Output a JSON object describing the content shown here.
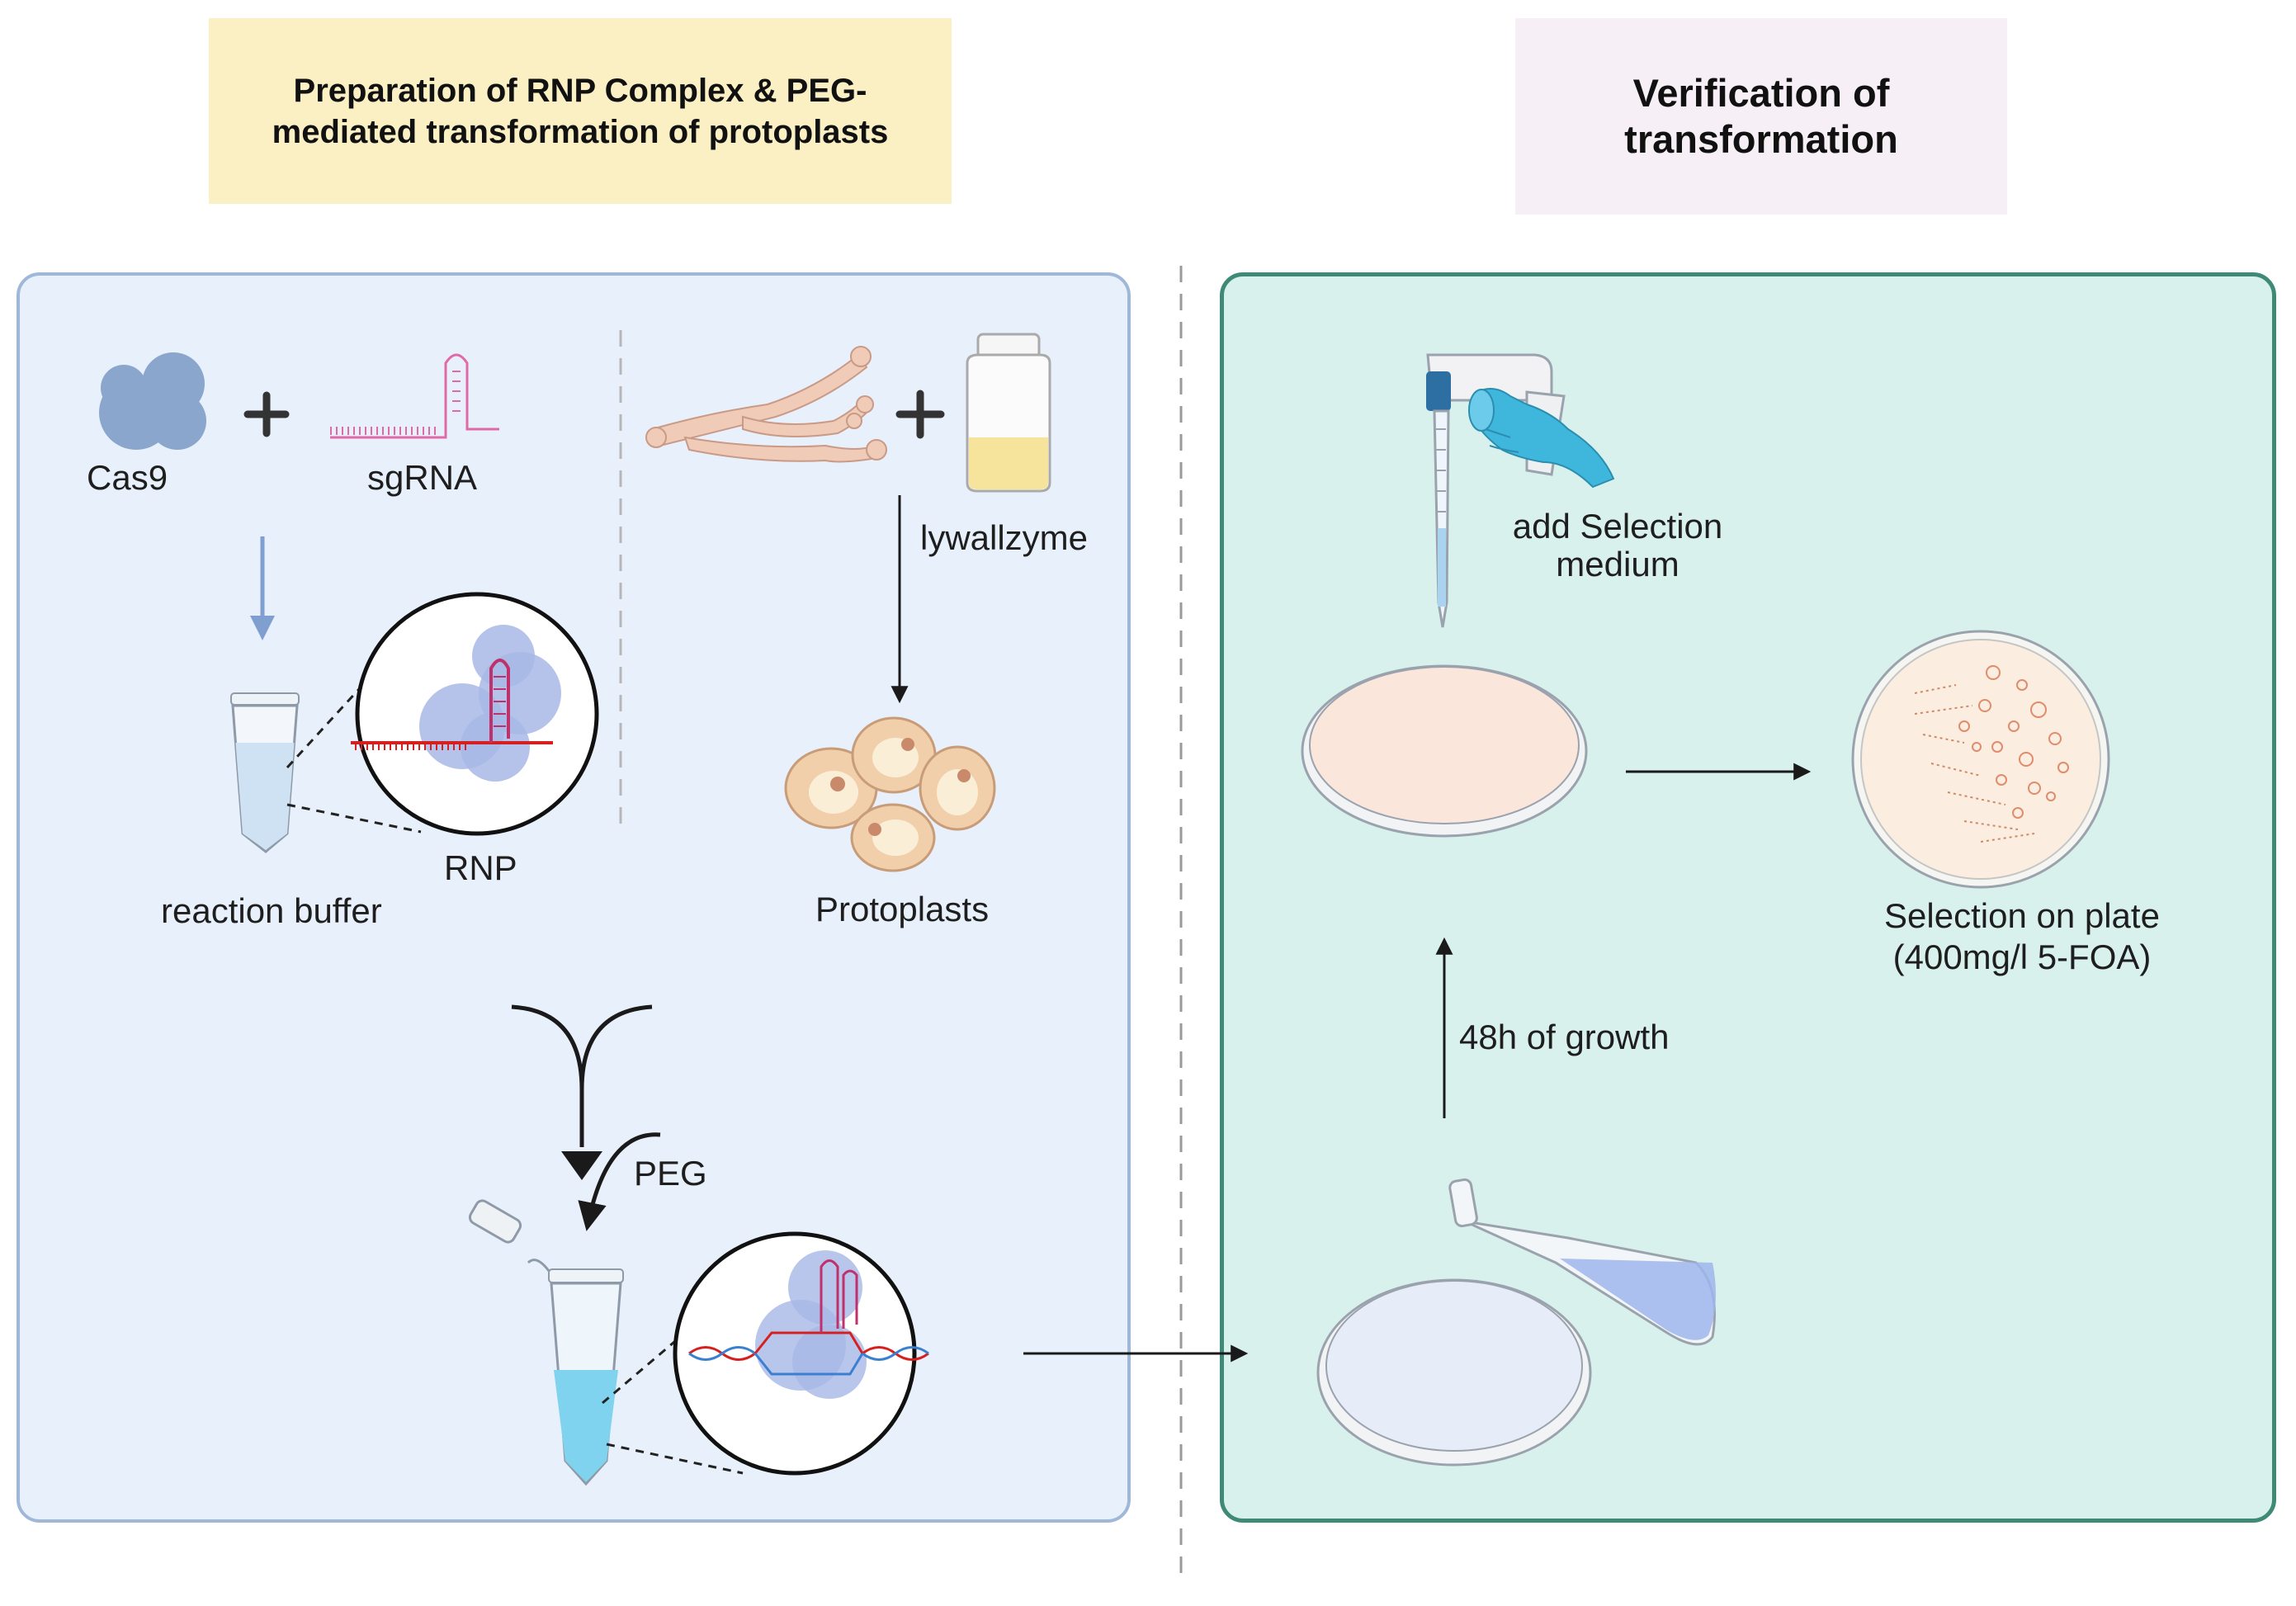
{
  "headers": {
    "left_line1": "Preparation of RNP Complex & PEG-",
    "left_line2": "mediated transformation of protoplasts",
    "right_line1": "Verification of",
    "right_line2": "transformation"
  },
  "labels": {
    "cas9": "Cas9",
    "sgrna": "sgRNA",
    "rnp": "RNP",
    "reaction_buffer": "reaction buffer",
    "lywallzyme": "lywallzyme",
    "protoplasts": "Protoplasts",
    "peg": "PEG",
    "add_selection_line1": "add Selection",
    "add_selection_line2": "medium",
    "growth": "48h of growth",
    "selection_line1": "Selection on plate",
    "selection_line2": "(400mg/l 5-FOA)"
  },
  "colors": {
    "left_header_bg": "#faf0c4",
    "right_header_bg": "#f6eff6",
    "left_panel_bg": "#e8f1fb",
    "left_panel_border": "#9fb8d8",
    "right_panel_bg": "#d9f1ec",
    "right_panel_border": "#3f8a77",
    "cas9_protein": "#8aa6cc",
    "sgrna": "#e06aa8",
    "protoplast": "#f0cfaa",
    "dish_medium": "#fbe6dc",
    "liquid_blue": "#9db6ec"
  },
  "icons": [
    "cas9-protein-icon",
    "sgrna-icon",
    "tube-icon",
    "rnp-zoom-icon",
    "mycelium-icon",
    "lywallzyme-bottle-icon",
    "protoplast-cells-icon",
    "merge-funnel-icon",
    "peg-tube-icon",
    "dna-edit-zoom-icon",
    "pipette-icon",
    "gloved-hand-icon",
    "medium-dish-icon",
    "colony-plate-icon",
    "flask-icon",
    "empty-dish-icon"
  ]
}
